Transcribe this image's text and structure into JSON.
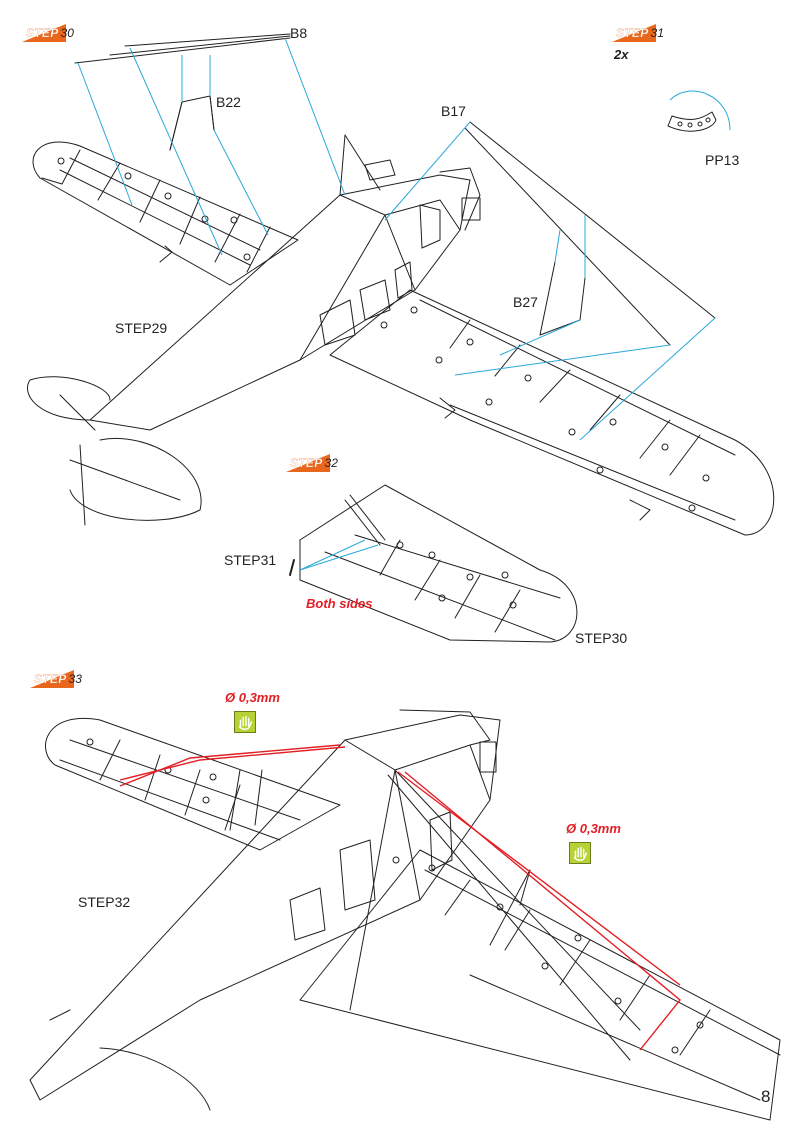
{
  "steps": {
    "s30": {
      "badge": "STEP",
      "num": "30"
    },
    "s31": {
      "badge": "STEP",
      "num": "31",
      "qty": "2x"
    },
    "s32": {
      "badge": "STEP",
      "num": "32"
    },
    "s33": {
      "badge": "STEP",
      "num": "33"
    }
  },
  "parts": {
    "b8": "B8",
    "b22": "B22",
    "b17": "B17",
    "b27": "B27",
    "pp13": "PP13"
  },
  "refs": {
    "step29": "STEP29",
    "step31": "STEP31",
    "step30": "STEP30",
    "step32": "STEP32"
  },
  "notes": {
    "both_sides": "Both sides",
    "wire_left": "Ø 0,3mm",
    "wire_right": "Ø 0,3mm"
  },
  "icons": {
    "badge_flag": "orange-step-flag-icon",
    "hand": "hand-icon"
  },
  "colors": {
    "step_flag": "#e8671c",
    "guide_line": "#2aa8d8",
    "wire": "#e31e24",
    "hand_box": "#b5d334"
  },
  "page_number": "8"
}
